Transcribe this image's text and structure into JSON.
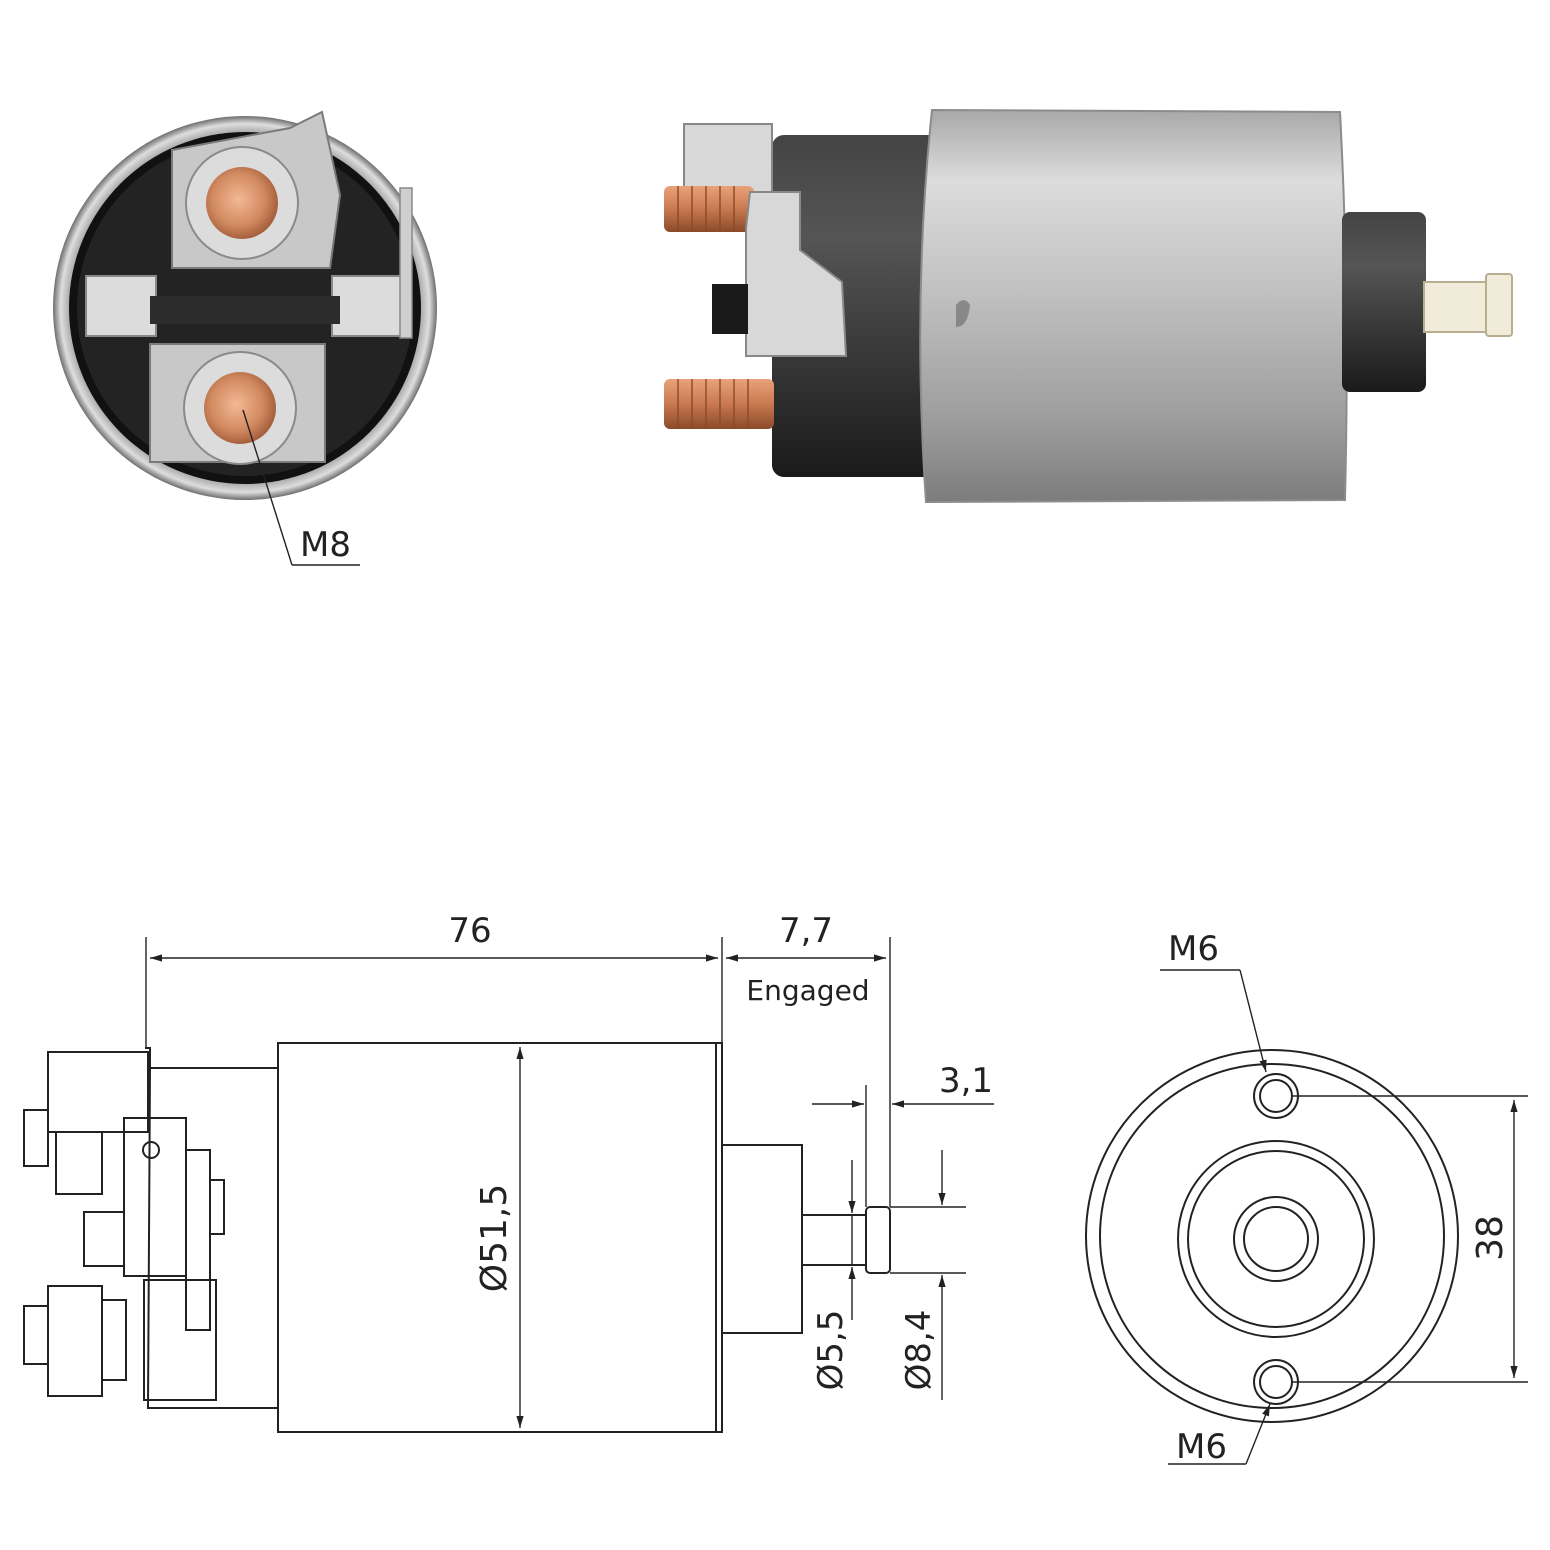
{
  "labels": {
    "m8": "M8",
    "length": "76",
    "stroke": "7,7",
    "engaged": "Engaged",
    "shaft_tip": "3,1",
    "body_diameter": "Ø51,5",
    "shaft_diameter": "Ø5,5",
    "tip_diameter": "Ø8,4",
    "hole_spacing": "38",
    "m6_top": "M6",
    "m6_bottom": "M6"
  },
  "colors": {
    "steel_light": "#e6e6e6",
    "steel_mid": "#b4b4b4",
    "steel_dark": "#7c7c7c",
    "copper": "#c9794f",
    "copper_dark": "#8a4a2a",
    "black_body": "#1c1c1c",
    "plunger_tip": "#f1ecd9",
    "line": "#222222"
  }
}
